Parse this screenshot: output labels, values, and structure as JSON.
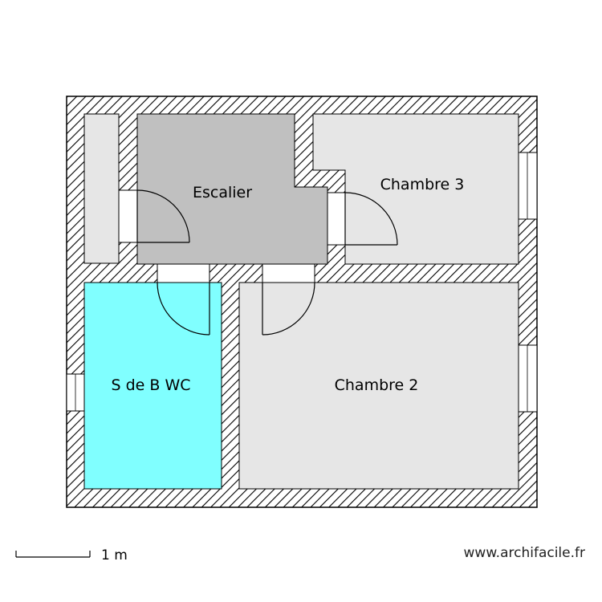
{
  "rooms": [
    {
      "id": "escalier",
      "label": "Escalier",
      "color": "#c0c0c0"
    },
    {
      "id": "chambre3",
      "label": "Chambre 3",
      "color": "#e6e6e6"
    },
    {
      "id": "sdb",
      "label": "S de B WC",
      "color": "#80ffff"
    },
    {
      "id": "chambre2",
      "label": "Chambre 2",
      "color": "#e6e6e6"
    }
  ],
  "scale": {
    "label": "1 m"
  },
  "credit": "www.archifacile.fr",
  "colors": {
    "wall_hatch": "#000000",
    "wall_fill": "#ffffff",
    "small_room": "#e6e6e6"
  }
}
